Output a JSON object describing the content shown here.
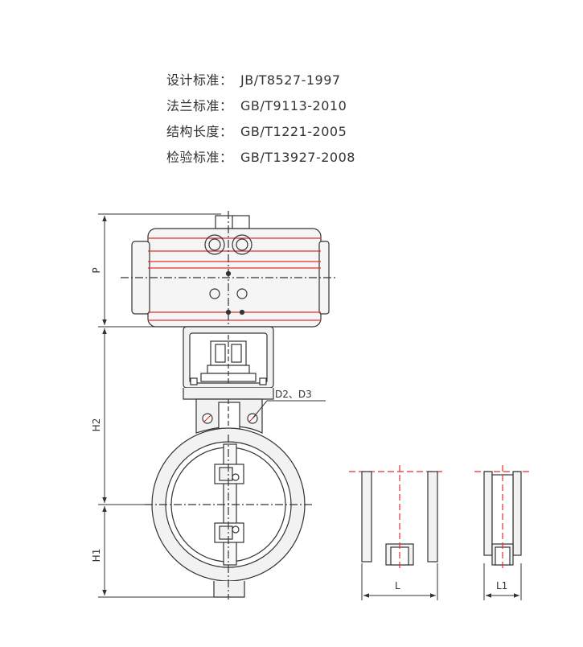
{
  "specs": [
    {
      "label": "设计标准：",
      "value": "JB/T8527-1997"
    },
    {
      "label": "法兰标准：",
      "value": "GB/T9113-2010"
    },
    {
      "label": "结构长度：",
      "value": "GB/T1221-2005"
    },
    {
      "label": "检验标准：",
      "value": "GB/T13927-2008"
    }
  ],
  "dimensions": {
    "p": "P",
    "h2": "H2",
    "h1": "H1",
    "bore": "D2、D3",
    "l": "L",
    "l1": "L1"
  },
  "colors": {
    "line": "#333333",
    "accent": "#e03030",
    "body_fill": "#f2f2f2"
  }
}
